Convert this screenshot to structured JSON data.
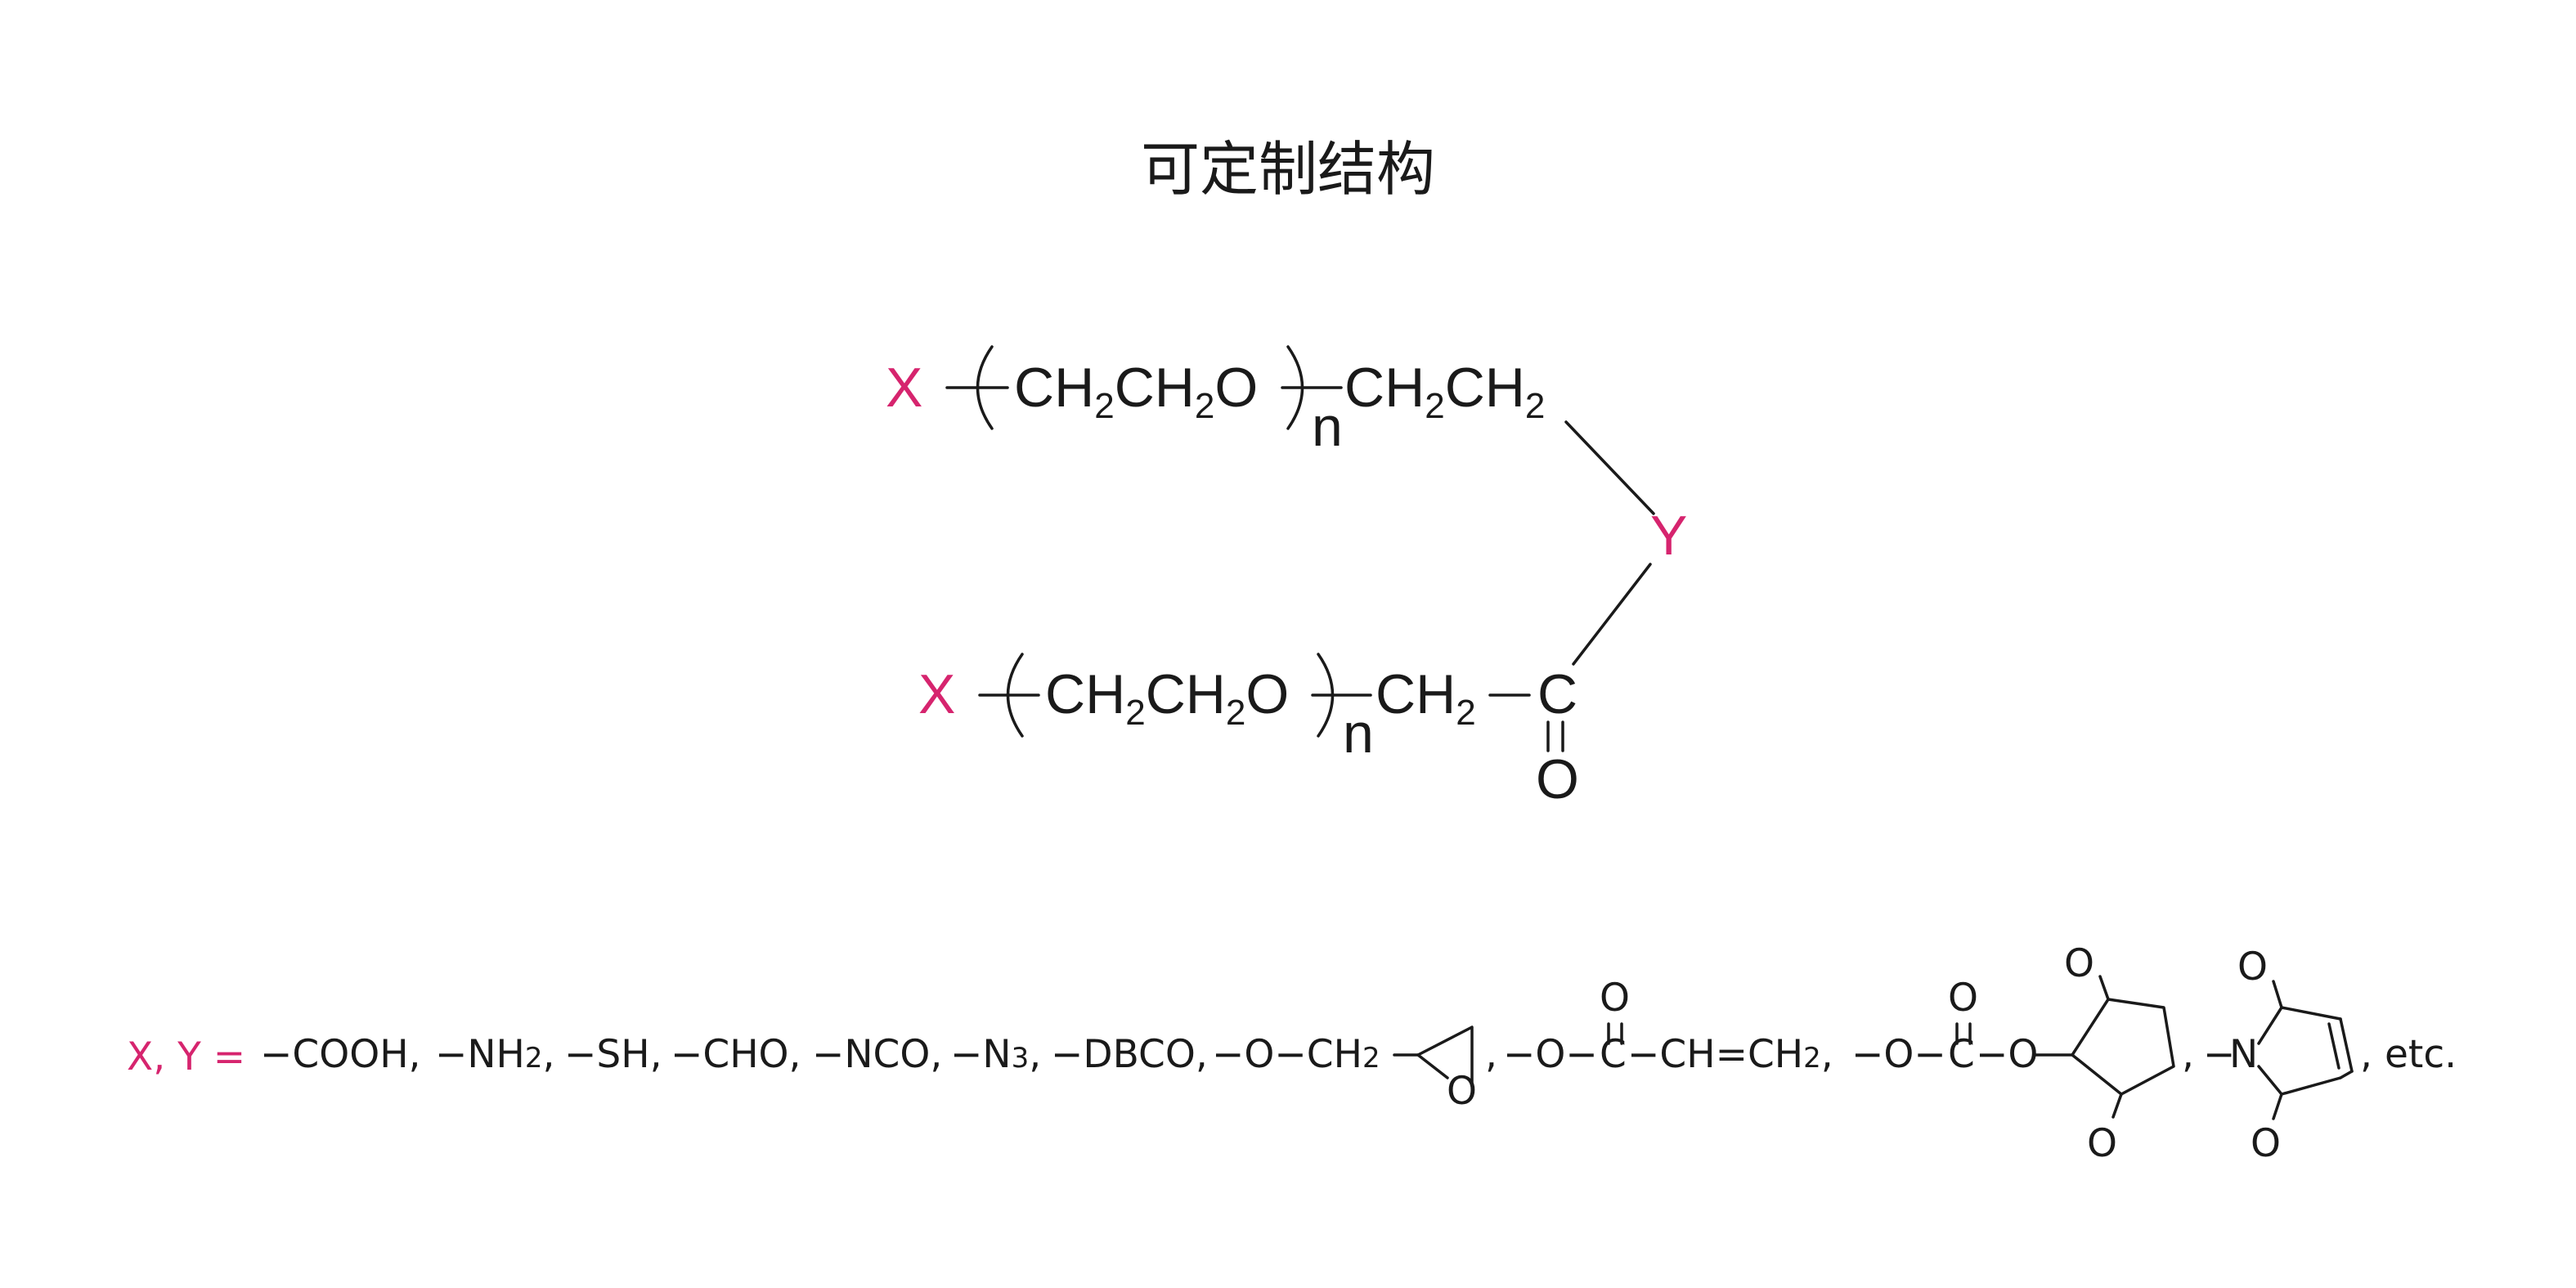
{
  "title": "可定制结构",
  "colors": {
    "accent": "#D6246E",
    "text": "#1A1A1A",
    "background": "#FFFFFF"
  },
  "structure": {
    "x": "X",
    "y": "Y",
    "ch2": "CH",
    "sub2": "2",
    "o": "O",
    "n": "n",
    "c": "C"
  },
  "legend": {
    "lhs": "X, Y =",
    "eq": "=",
    "cooh": "COOH",
    "nh": "NH",
    "sh": "SH",
    "cho": "CHO",
    "nco": "NCO",
    "n3": "N",
    "n3_sub": "3",
    "dbco": "DBCO",
    "o": "O",
    "ch": "CH",
    "sub2": "2",
    "c": "C",
    "n": "N",
    "ch_eq": "CH",
    "comma": ",",
    "etc": "etc."
  }
}
